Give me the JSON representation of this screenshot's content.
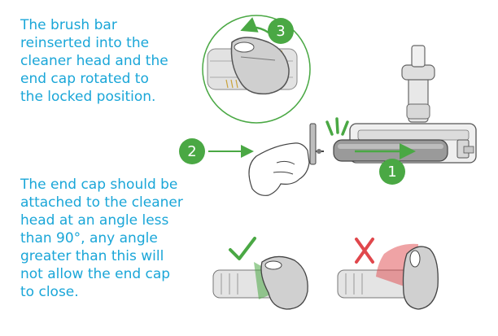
{
  "instructions": {
    "step_text_top": "The brush bar\nreinserted into the\ncleaner head and the\nend cap rotated to\nthe locked position.",
    "step_text_bottom": "The end cap should be\nattached to the cleaner\nhead at an angle less\nthan 90°, any angle\ngreater than this will\nnot allow the end cap\nto close."
  },
  "steps": {
    "one": "1",
    "two": "2",
    "three": "3"
  },
  "colors": {
    "text": "#1aa6d8",
    "badge": "#4aa844",
    "correct": "#4aa844",
    "incorrect": "#e0474c"
  },
  "icons": {
    "correct": "check-icon",
    "incorrect": "cross-icon"
  }
}
